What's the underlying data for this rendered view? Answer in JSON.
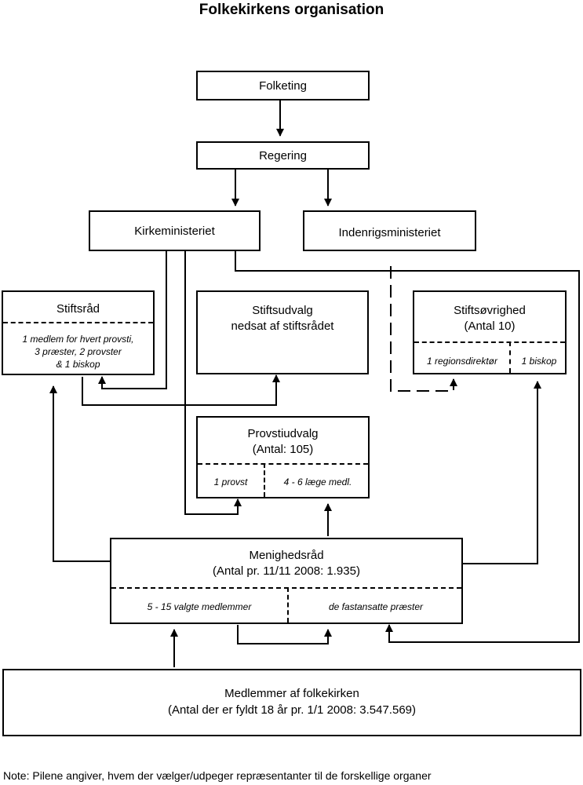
{
  "title": "Folkekirkens organisation",
  "nodes": {
    "folketing": "Folketing",
    "regering": "Regering",
    "kirkeministeriet": "Kirkeministeriet",
    "indenrigsministeriet": "Indenrigsministeriet",
    "stiftsraad": {
      "name": "Stiftsråd",
      "members": [
        "1 medlem for hvert provsti,",
        "3 præster, 2 provster",
        "& 1 biskop"
      ]
    },
    "stiftsudvalg": {
      "line1": "Stiftsudvalg",
      "line2": "nedsat af stiftsrådet"
    },
    "stiftsovrighed": {
      "name": "Stiftsøvrighed",
      "count": "(Antal 10)",
      "left": "1 regionsdirektør",
      "right": "1 biskop"
    },
    "provstiudvalg": {
      "name": "Provstiudvalg",
      "count": "(Antal: 105)",
      "left": "1 provst",
      "right": "4 - 6 læge medl."
    },
    "menighedsraad": {
      "name": "Menighedsråd",
      "count": "(Antal pr. 11/11 2008: 1.935)",
      "left": "5 - 15 valgte medlemmer",
      "right": "de fastansatte præster"
    },
    "medlemmer": {
      "line1": "Medlemmer af folkekirken",
      "line2": "(Antal der er fyldt 18 år pr. 1/1 2008: 3.547.569)"
    }
  },
  "note": "Note: Pilene angiver, hvem der vælger/udpeger repræsentanter til de forskellige organer"
}
